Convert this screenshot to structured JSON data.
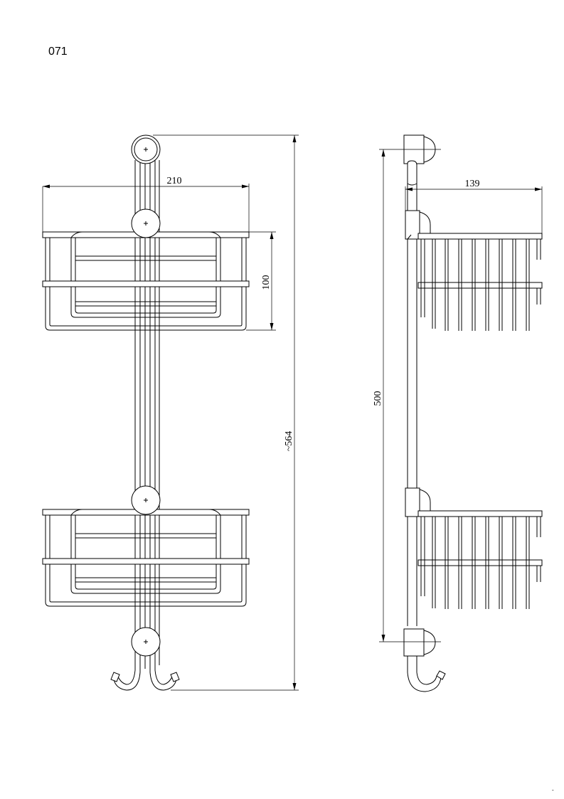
{
  "product_code": "071",
  "front_view": {
    "dim_width": "210",
    "dim_basket_height": "100",
    "dim_total_height": "~564"
  },
  "side_view": {
    "dim_depth": "139",
    "dim_mount_distance": "500"
  },
  "corner_mark": "-"
}
